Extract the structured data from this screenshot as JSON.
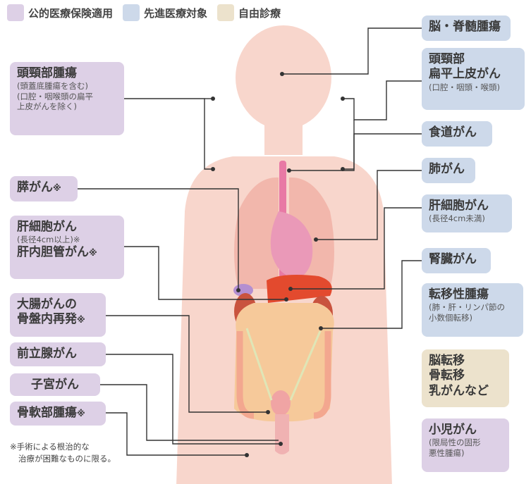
{
  "legend": [
    {
      "label": "公的医療保険適用",
      "color": "#ddd0e6"
    },
    {
      "label": "先進医療対象",
      "color": "#cdd9ea"
    },
    {
      "label": "自由診療",
      "color": "#ece2cc"
    }
  ],
  "left_boxes": {
    "head_neck": {
      "main": "頭頸部腫瘍",
      "sub1": "(頭蓋底腫瘍を含む)",
      "sub2": "(口腔・咽喉頭の扁平",
      "sub3": "上皮がんを除く)"
    },
    "pancreas": {
      "main": "膵がん",
      "mark": "※"
    },
    "liver": {
      "main1": "肝細胞がん",
      "sub": "(長径4cm以上)",
      "mark1": "※",
      "main2": "肝内胆管がん",
      "mark2": "※"
    },
    "colon": {
      "main1": "大腸がんの",
      "main2": "骨盤内再発",
      "mark": "※"
    },
    "prostate": {
      "main": "前立腺がん"
    },
    "uterus": {
      "main": "子宮がん"
    },
    "bone": {
      "main": "骨軟部腫瘍",
      "mark": "※"
    }
  },
  "right_boxes": {
    "brain": {
      "main": "脳・脊髄腫瘍"
    },
    "head_neck_sq": {
      "main1": "頭頸部",
      "main2": "扁平上皮がん",
      "sub": "(口腔・咽頭・喉頭)"
    },
    "esophagus": {
      "main": "食道がん"
    },
    "lung": {
      "main": "肺がん"
    },
    "hcc": {
      "main": "肝細胞がん",
      "sub": "(長径4cm未満)"
    },
    "kidney": {
      "main": "腎臓がん"
    },
    "metastasis": {
      "main": "転移性腫瘍",
      "sub1": "(肺・肝・リンパ節の",
      "sub2": "小数個転移)"
    },
    "free": {
      "main1": "脳転移",
      "main2": "骨転移",
      "main3": "乳がんなど"
    },
    "pediatric": {
      "main": "小児がん",
      "sub1": "(限局性の固形",
      "sub2": "悪性腫瘍)"
    }
  },
  "footnote": {
    "line1": "※手術による根治的な",
    "line2": "治療が困難なものに限る。"
  }
}
